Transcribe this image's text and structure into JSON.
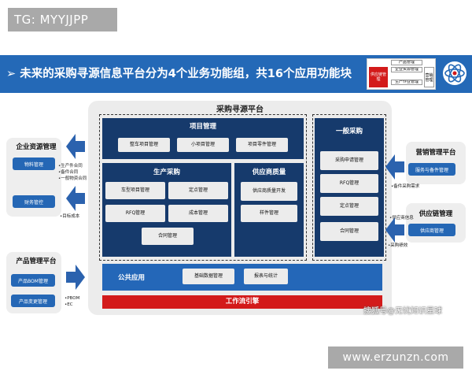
{
  "tag": "TG: MYYJJPP",
  "banner": {
    "title": "➢ 未来的采购寻源信息平台分为4个业务功能组，共16个应用功能块"
  },
  "thumbnail": {
    "product": "产品管理",
    "erp": "企业资源管理",
    "scm": "供应链管理",
    "production": "生产作业管理",
    "marketing": "营销管理"
  },
  "platform": {
    "title": "采购寻源平台",
    "project": {
      "title": "项目管理",
      "items": [
        "整车项目管理",
        "小项目管理",
        "项目零件管理"
      ]
    },
    "production": {
      "title": "生产采购",
      "items": [
        "车型项目管理",
        "定点管理",
        "RFQ管理",
        "成本管理",
        "合同管理"
      ]
    },
    "supplier_quality": {
      "title": "供应商质量",
      "items": [
        "供应商质量开发",
        "样件管理"
      ]
    },
    "general": {
      "title": "一般采购",
      "items": [
        "采购申请管理",
        "RFQ管理",
        "定点管理",
        "合同管理"
      ]
    },
    "public": {
      "title": "公共应用",
      "items": [
        "基础数据管理",
        "报表与统计"
      ]
    },
    "workflow": "工作流引擎"
  },
  "left": {
    "erp": {
      "title": "企业资源管理",
      "items": [
        "物料管理",
        "财务管控"
      ],
      "notes": [
        "•生产件合同",
        "•备件合同",
        "•一般物资合同"
      ],
      "note2": "•目标成本"
    },
    "pdm": {
      "title": "产品管理平台",
      "items": [
        "产品BOM管理",
        "产品变更管理"
      ],
      "notes": [
        "•PBOM",
        "•EC"
      ]
    }
  },
  "right": {
    "marketing": {
      "title": "营销管理平台",
      "item": "服务与备件管理",
      "note": "•备件采购需求"
    },
    "scm": {
      "title": "供应链管理",
      "item": "供应商管理",
      "notes": [
        "•供应商信息",
        "•采购绩效"
      ]
    }
  },
  "watermark": "搜狐号@无忧知识星球",
  "site": "www.erzunzn.com",
  "colors": {
    "banner": "#2469b7",
    "navy": "#163a6c",
    "public": "#2467b8",
    "workflow": "#d31a1a",
    "button": "#2567b5"
  }
}
